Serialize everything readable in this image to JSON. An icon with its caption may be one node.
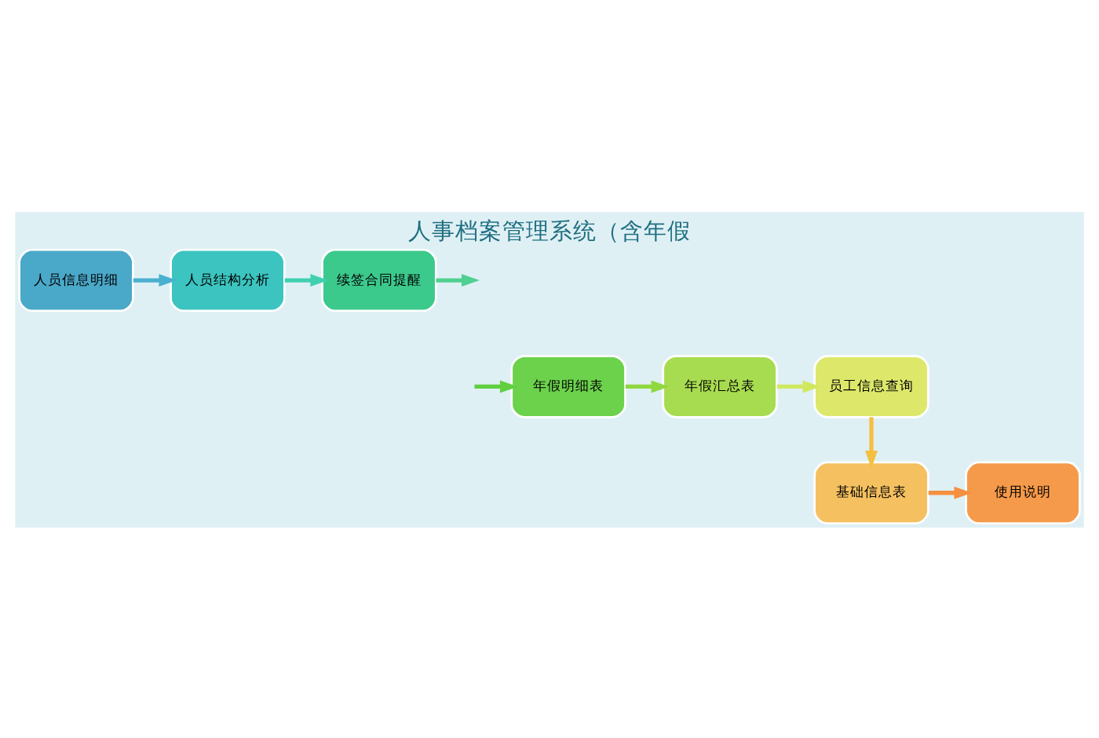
{
  "diagram": {
    "title": "人事档案管理系统（含年假",
    "nodes": [
      {
        "text": [
          "人员信息明细"
        ]
      },
      {
        "text": [
          "人员结构分析"
        ]
      },
      {
        "text": [
          "续签合同提醒"
        ]
      },
      {
        "text": [
          "员工信息查询"
        ]
      },
      {
        "text": [
          "年假汇总表"
        ]
      },
      {
        "text": [
          "年假明细表"
        ]
      },
      {
        "text": [
          "基础信息表"
        ]
      },
      {
        "text": [
          "使用说明"
        ]
      }
    ],
    "edges": [
      {
        "from": 0,
        "to": 1,
        "arrow": "to",
        "color": "#4ab0d0"
      },
      {
        "from": 1,
        "to": 2,
        "arrow": "to",
        "color": "#40d0b0"
      },
      {
        "from": 2,
        "to": null,
        "arrow": "to",
        "color": "#50d090"
      },
      {
        "from": null,
        "to": 5,
        "arrow": "to",
        "color": "#60d040"
      },
      {
        "from": 5,
        "to": 4,
        "arrow": "to",
        "color": "#90d840"
      },
      {
        "from": 4,
        "to": 3,
        "arrow": "to",
        "color": "#d0e860"
      },
      {
        "from": 3,
        "to": 6,
        "arrow": "to",
        "color": "#f5c040"
      },
      {
        "from": 6,
        "to": 7,
        "arrow": "to",
        "color": "#f59040"
      }
    ]
  }
}
